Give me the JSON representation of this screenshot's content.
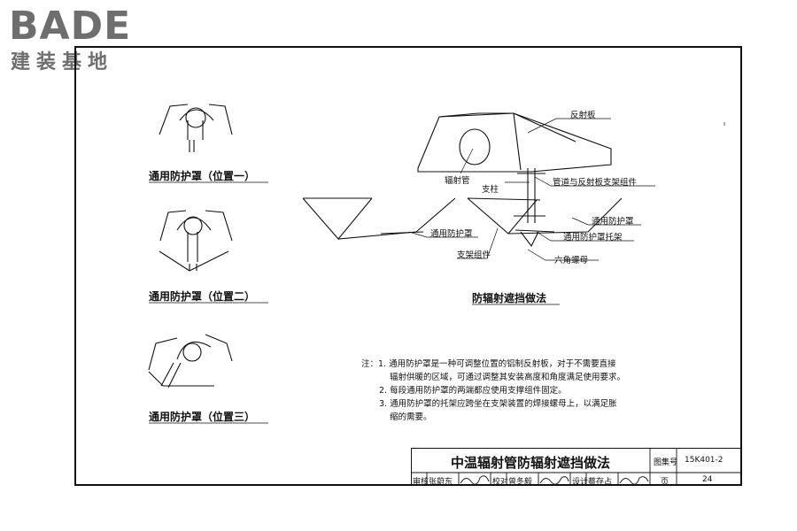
{
  "logo": {
    "brand": "BADE",
    "tagline": "建装基地"
  },
  "labels": {
    "reflector": "反射板",
    "radiant_tube": "辐射管",
    "column": "支柱",
    "pipe_reflector_bracket": "管道与反射板支架组件",
    "shield_left": "通用防护罩",
    "shield_right": "通用防护罩",
    "shield_bracket": "通用防护罩托架",
    "bracket_assembly": "支架组件",
    "hex_nut": "六角螺母"
  },
  "captions": {
    "position1": "通用防护罩（位置一）",
    "position2": "通用防护罩（位置二）",
    "position3": "通用防护罩（位置三）",
    "main": "防辐射遮挡做法"
  },
  "notes": {
    "prefix": "注：",
    "n1a": "1. 通用防护罩是一种可调整位置的铝制反射板，对于不需要直接",
    "n1b": "辐射供暖的区域，可通过调整其安装高度和角度满足使用要求。",
    "n2": "2. 每段通用防护罩的两端都应使用支撑组件固定。",
    "n3a": "3. 通用防护罩的托架应跨坐在支架装置的焊接螺母上，以满足胀",
    "n3b": "缩的需要。"
  },
  "title_block": {
    "title": "中温辐射管防辐射遮挡做法",
    "atlas_label": "图集号",
    "atlas_no": "15K401-2",
    "page_label": "页",
    "page_no": "24",
    "review_label": "审核",
    "reviewer": "张蔚东",
    "check_label": "校对",
    "checker": "曾冬毅",
    "design_label": "设计",
    "designer": "蔡存占"
  }
}
